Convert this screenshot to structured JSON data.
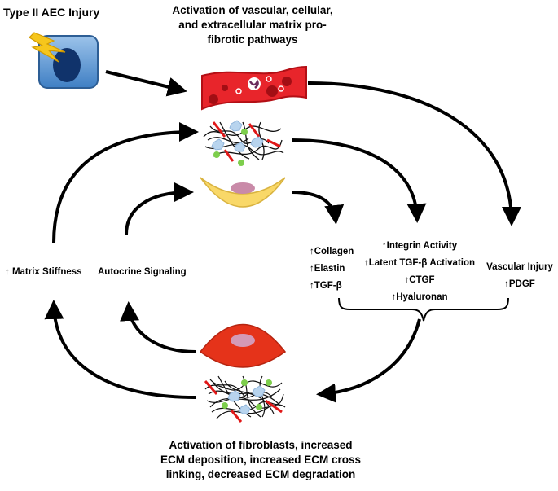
{
  "injury_title": "Type II AEC Injury",
  "top_heading": [
    "Activation of vascular, cellular,",
    "and extracellular matrix pro-",
    "fibrotic pathways"
  ],
  "left_labels": {
    "matrix_stiffness": "↑ Matrix Stiffness",
    "autocrine": "Autocrine Signaling"
  },
  "cellular_group": [
    "↑Collagen",
    "↑Elastin",
    "↑TGF-β"
  ],
  "matrix_group": [
    "↑Integrin Activity",
    "↑Latent TGF-β Activation",
    "↑CTGF",
    "↑Hyaluronan"
  ],
  "vascular_group": [
    "Vascular Injury",
    "↑PDGF"
  ],
  "bottom_heading": [
    "Activation of fibroblasts, increased",
    "ECM deposition, increased ECM cross",
    "linking, decreased ECM degradation"
  ],
  "colors": {
    "vessel": "#e8252b",
    "fibroblast_quiescent": "#f9d868",
    "fibroblast_activated": "#e5331a",
    "nucleus": "#c98aa8",
    "aec_cell": "#5b9bd5",
    "lightning": "#f6c61c"
  }
}
